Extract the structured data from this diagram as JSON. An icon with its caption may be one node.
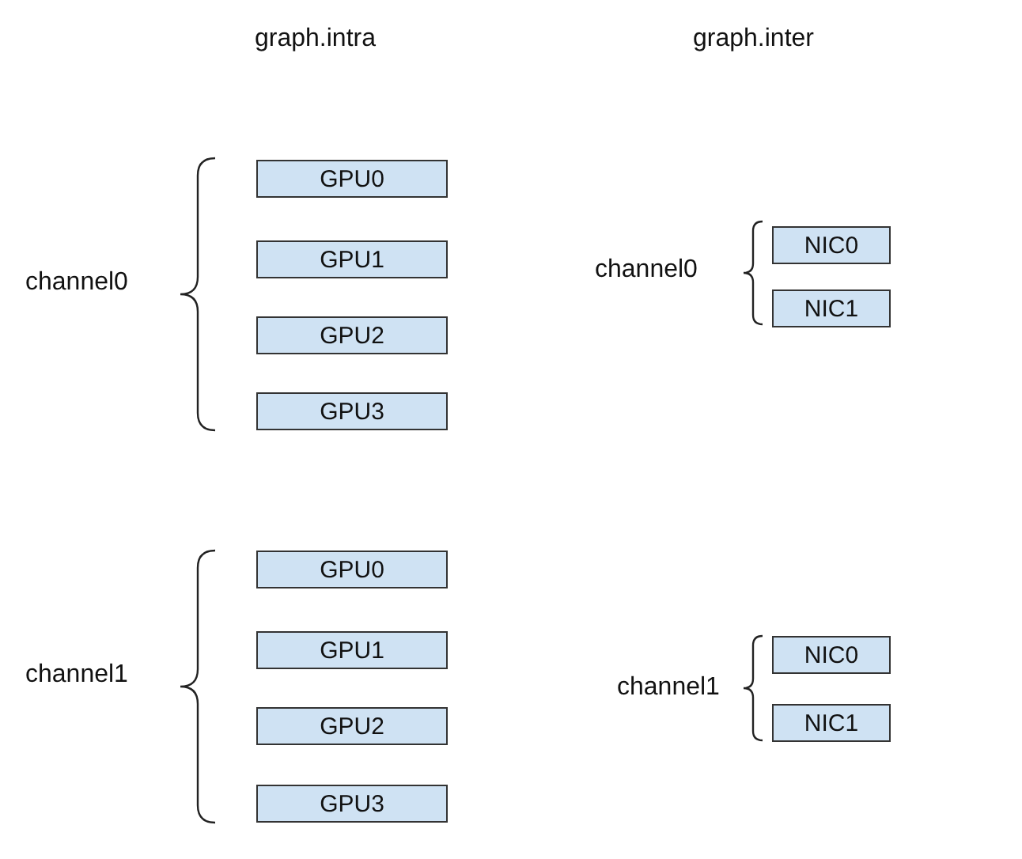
{
  "diagram": {
    "nodes": [
      {
        "text": [
          "GPU0"
        ]
      },
      {
        "text": [
          "GPU1"
        ]
      },
      {
        "text": [
          "GPU2"
        ]
      },
      {
        "text": [
          "GPU3"
        ]
      },
      {
        "text": [
          "NIC0"
        ]
      },
      {
        "text": [
          "NIC1"
        ]
      },
      {
        "text": [
          "GPU0"
        ]
      },
      {
        "text": [
          "GPU1"
        ]
      },
      {
        "text": [
          "GPU2"
        ]
      },
      {
        "text": [
          "GPU3"
        ]
      },
      {
        "text": [
          "NIC0"
        ]
      },
      {
        "text": [
          "NIC1"
        ]
      }
    ],
    "labels": [
      "graph.intra",
      "graph.inter",
      "channel0",
      "channel0",
      "channel1",
      "channel1"
    ]
  }
}
